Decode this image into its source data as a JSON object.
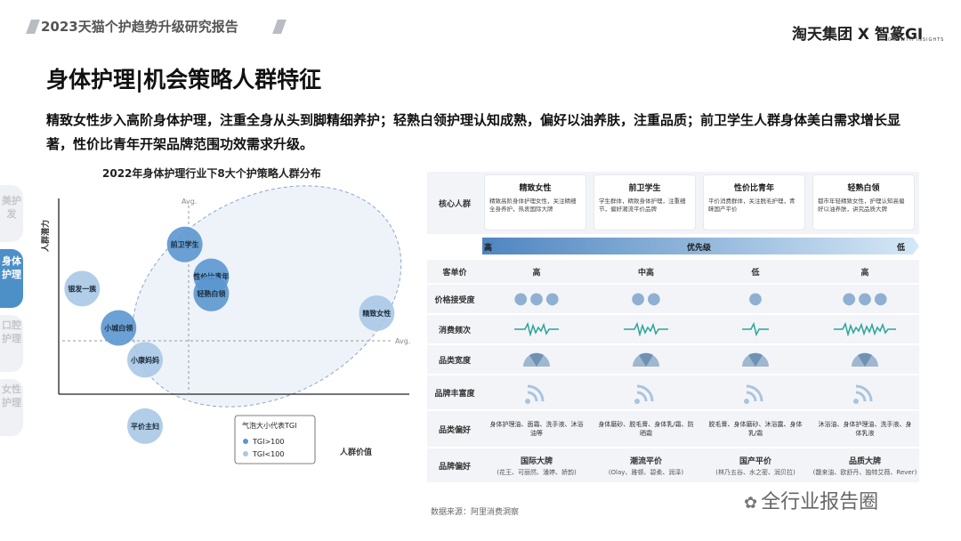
{
  "header": {
    "report_title": "2023天猫个护趋势升级研究报告",
    "brand_text": "淘天集团 X 智篆GI",
    "brand_sub": "GROWTH INSIGHTS"
  },
  "main_title": "身体护理|机会策略人群特征",
  "summary": "精致女性步入高阶身体护理，注重全身从头到脚精细养护；轻熟白领护理认知成熟，偏好以油养肤，注重品质；前卫学生人群身体美白需求增长显著，性价比青年开架品牌范围功效需求升级。",
  "sidebar": [
    {
      "label": "美护发",
      "active": false
    },
    {
      "label": "身体护理",
      "active": true
    },
    {
      "label": "口腔护理",
      "active": false
    },
    {
      "label": "女性护理",
      "active": false
    }
  ],
  "chart_data": {
    "type": "scatter",
    "title": "2022年身体护理行业下8大个护策略人群分布",
    "xlabel": "人群价值",
    "ylabel": "人群潜力",
    "avg_labels": {
      "x": "Avg.",
      "y": "Avg."
    },
    "legend_title": "气泡大小代表TGI",
    "legend": [
      {
        "label": "TGI>100",
        "color": "#5b97cf"
      },
      {
        "label": "TGI<100",
        "color": "#a9c8e6"
      }
    ],
    "points": [
      {
        "name": "前卫学生",
        "x": 0.37,
        "y": 0.82,
        "tgi_over_100": true
      },
      {
        "name": "性价比青年",
        "x": 0.45,
        "y": 0.69,
        "tgi_over_100": true
      },
      {
        "name": "轻熟白领",
        "x": 0.45,
        "y": 0.62,
        "tgi_over_100": true
      },
      {
        "name": "精致女性",
        "x": 0.95,
        "y": 0.54,
        "tgi_over_100": false
      },
      {
        "name": "银发一族",
        "x": 0.06,
        "y": 0.64,
        "tgi_over_100": false
      },
      {
        "name": "小城白领",
        "x": 0.17,
        "y": 0.48,
        "tgi_over_100": true
      },
      {
        "name": "小康妈妈",
        "x": 0.25,
        "y": 0.35,
        "tgi_over_100": false
      },
      {
        "name": "平价主妇",
        "x": 0.25,
        "y": 0.08,
        "tgi_over_100": false
      }
    ]
  },
  "table": {
    "row_labels": {
      "persona": "核心人群",
      "price": "客单价",
      "acceptance": "价格接受度",
      "frequency": "消费频次",
      "breadth": "品类宽度",
      "richness": "品牌丰富度",
      "category_pref": "品类偏好",
      "brand_pref": "品牌偏好"
    },
    "priority": {
      "high": "高",
      "label": "优先级",
      "low": "低"
    },
    "personas": [
      {
        "name": "精致女性",
        "desc": "精致高阶身体护理女性，关注精细全身养护，热衷国际大牌",
        "price": "高",
        "acceptance": 3,
        "frequency_icon": "heartbeat-icon",
        "breadth_icon": "gauge-icon",
        "richness_icon": "signal-icon",
        "category_pref": "身体护理油、面霜、洗手液、沐浴油等",
        "brand_pref": "国际大牌",
        "brand_examples": "(花王、可丽然、潘婷、娇韵)"
      },
      {
        "name": "前卫学生",
        "desc": "学生群体，精致身体护理，注重细节，偏好潮流平价品牌",
        "price": "中高",
        "acceptance": 2,
        "frequency_icon": "heartbeat-icon",
        "breadth_icon": "gauge-icon",
        "richness_icon": "signal-icon",
        "category_pref": "身体磨砂、脱毛膏、身体乳/霜、防晒霜",
        "brand_pref": "潮流平价",
        "brand_examples": "(Olay、雅顿、碧柔、润泽)"
      },
      {
        "name": "性价比青年",
        "desc": "平价消费群体，关注脱毛护理，青睐国产平价",
        "price": "低",
        "acceptance": 1,
        "frequency_icon": "heartbeat-icon",
        "breadth_icon": "gauge-icon",
        "richness_icon": "signal-icon",
        "category_pref": "脱毛膏、身体磨砂、沐浴露、身体乳/霜",
        "brand_pref": "国产平价",
        "brand_examples": "(林乃五谷、水之密、润贝拉)"
      },
      {
        "name": "轻熟白领",
        "desc": "都市年轻精致女性，护理认知高偏好以油养肤，讲究品质大牌",
        "price": "高",
        "acceptance": 3,
        "frequency_icon": "heartbeat-icon",
        "breadth_icon": "gauge-icon",
        "richness_icon": "signal-icon",
        "category_pref": "沐浴油、身体护理油、洗手液、身体乳液",
        "brand_pref": "品质大牌",
        "brand_examples": "(馥来油、欧舒丹、独特艾薇、Rever)"
      }
    ]
  },
  "source": "数据来源：阿里消费洞察",
  "watermark": "全行业报告圈"
}
